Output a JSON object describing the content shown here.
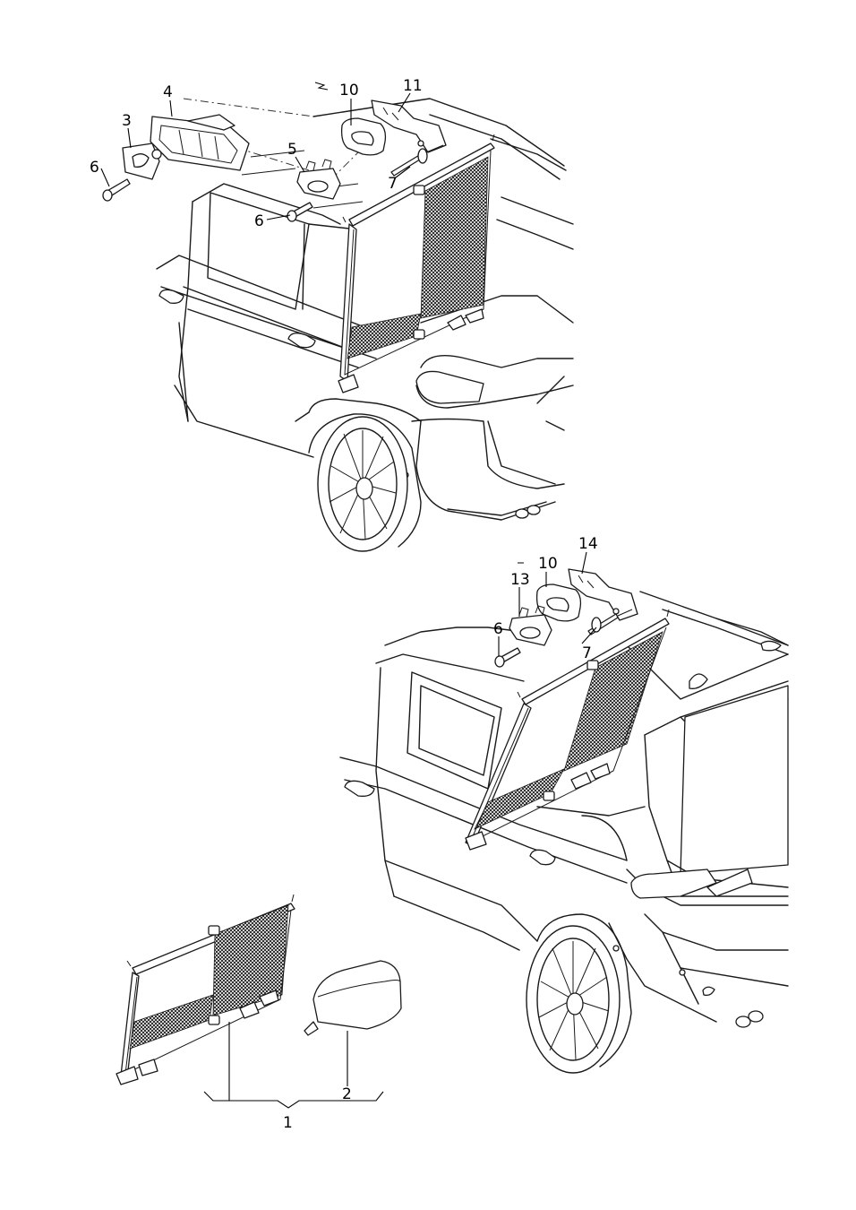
{
  "callouts": [
    {
      "id": "c-4",
      "text": "4"
    },
    {
      "id": "c-3",
      "text": "3"
    },
    {
      "id": "c-6a",
      "text": "6"
    },
    {
      "id": "c-5",
      "text": "5"
    },
    {
      "id": "c-6b",
      "text": "6"
    },
    {
      "id": "c-10a",
      "text": "10"
    },
    {
      "id": "c-11",
      "text": "11"
    },
    {
      "id": "c-7a",
      "text": "7"
    },
    {
      "id": "c-14",
      "text": "14"
    },
    {
      "id": "c-10b",
      "text": "10"
    },
    {
      "id": "c-13",
      "text": "13"
    },
    {
      "id": "c-6c",
      "text": "6"
    },
    {
      "id": "c-7b",
      "text": "7"
    },
    {
      "id": "c-2",
      "text": "2"
    },
    {
      "id": "c-1",
      "text": "1"
    }
  ]
}
